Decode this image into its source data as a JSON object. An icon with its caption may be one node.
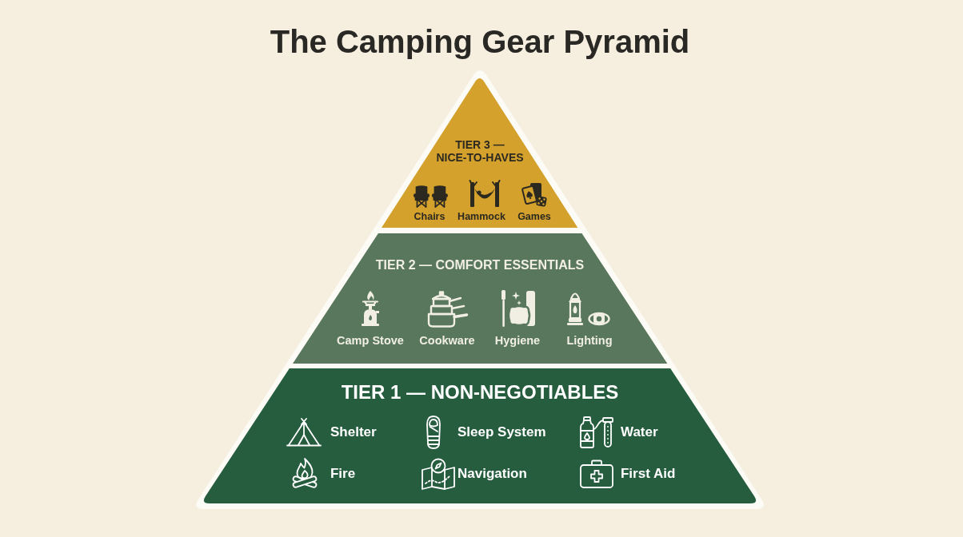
{
  "diagram": {
    "title": "The Camping Gear Pyramid",
    "nodes": [
      {
        "text": [
          "TIER 3 — NICE-TO-HAVES",
          "Chairs",
          "Hammock",
          "Games"
        ]
      },
      {
        "text": [
          "TIER 2 — COMFORT ESSENTIALS",
          "Camp Stove",
          "Cookware",
          "Hygiene",
          "Lighting"
        ]
      },
      {
        "text": [
          "TIER 1 — NON-NEGOTIABLES",
          "Shelter",
          "Sleep System",
          "Water",
          "Fire",
          "Navigation",
          "First Aid"
        ]
      }
    ]
  }
}
